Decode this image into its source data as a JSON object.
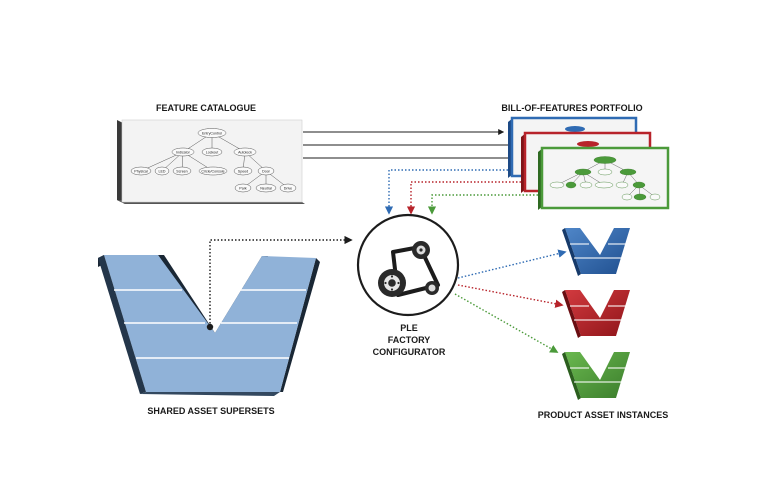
{
  "labels": {
    "feature_catalogue": "FEATURE CATALOGUE",
    "bof_portfolio": "BILL-OF-FEATURES PORTFOLIO",
    "configurator_line1": "PLE",
    "configurator_line2": "FACTORY",
    "configurator_line3": "CONFIGURATOR",
    "shared_assets": "SHARED ASSET SUPERSETS",
    "product_instances": "PRODUCT ASSET INSTANCES"
  },
  "feature_tree": {
    "root": "EntryControl",
    "level1": [
      "Indicator",
      "Lockout",
      "Autolock"
    ],
    "level2": [
      "Physical",
      "LED",
      "Screen",
      "Circle/Console",
      "Speed",
      "Door"
    ],
    "level3": [
      "Park",
      "Neutral",
      "Drive"
    ]
  },
  "colors": {
    "blue": "#2f6bb3",
    "red": "#b7232a",
    "green": "#4b9a3a",
    "shared_face": "#8fb1d6",
    "dark": "#1c1c1c"
  }
}
